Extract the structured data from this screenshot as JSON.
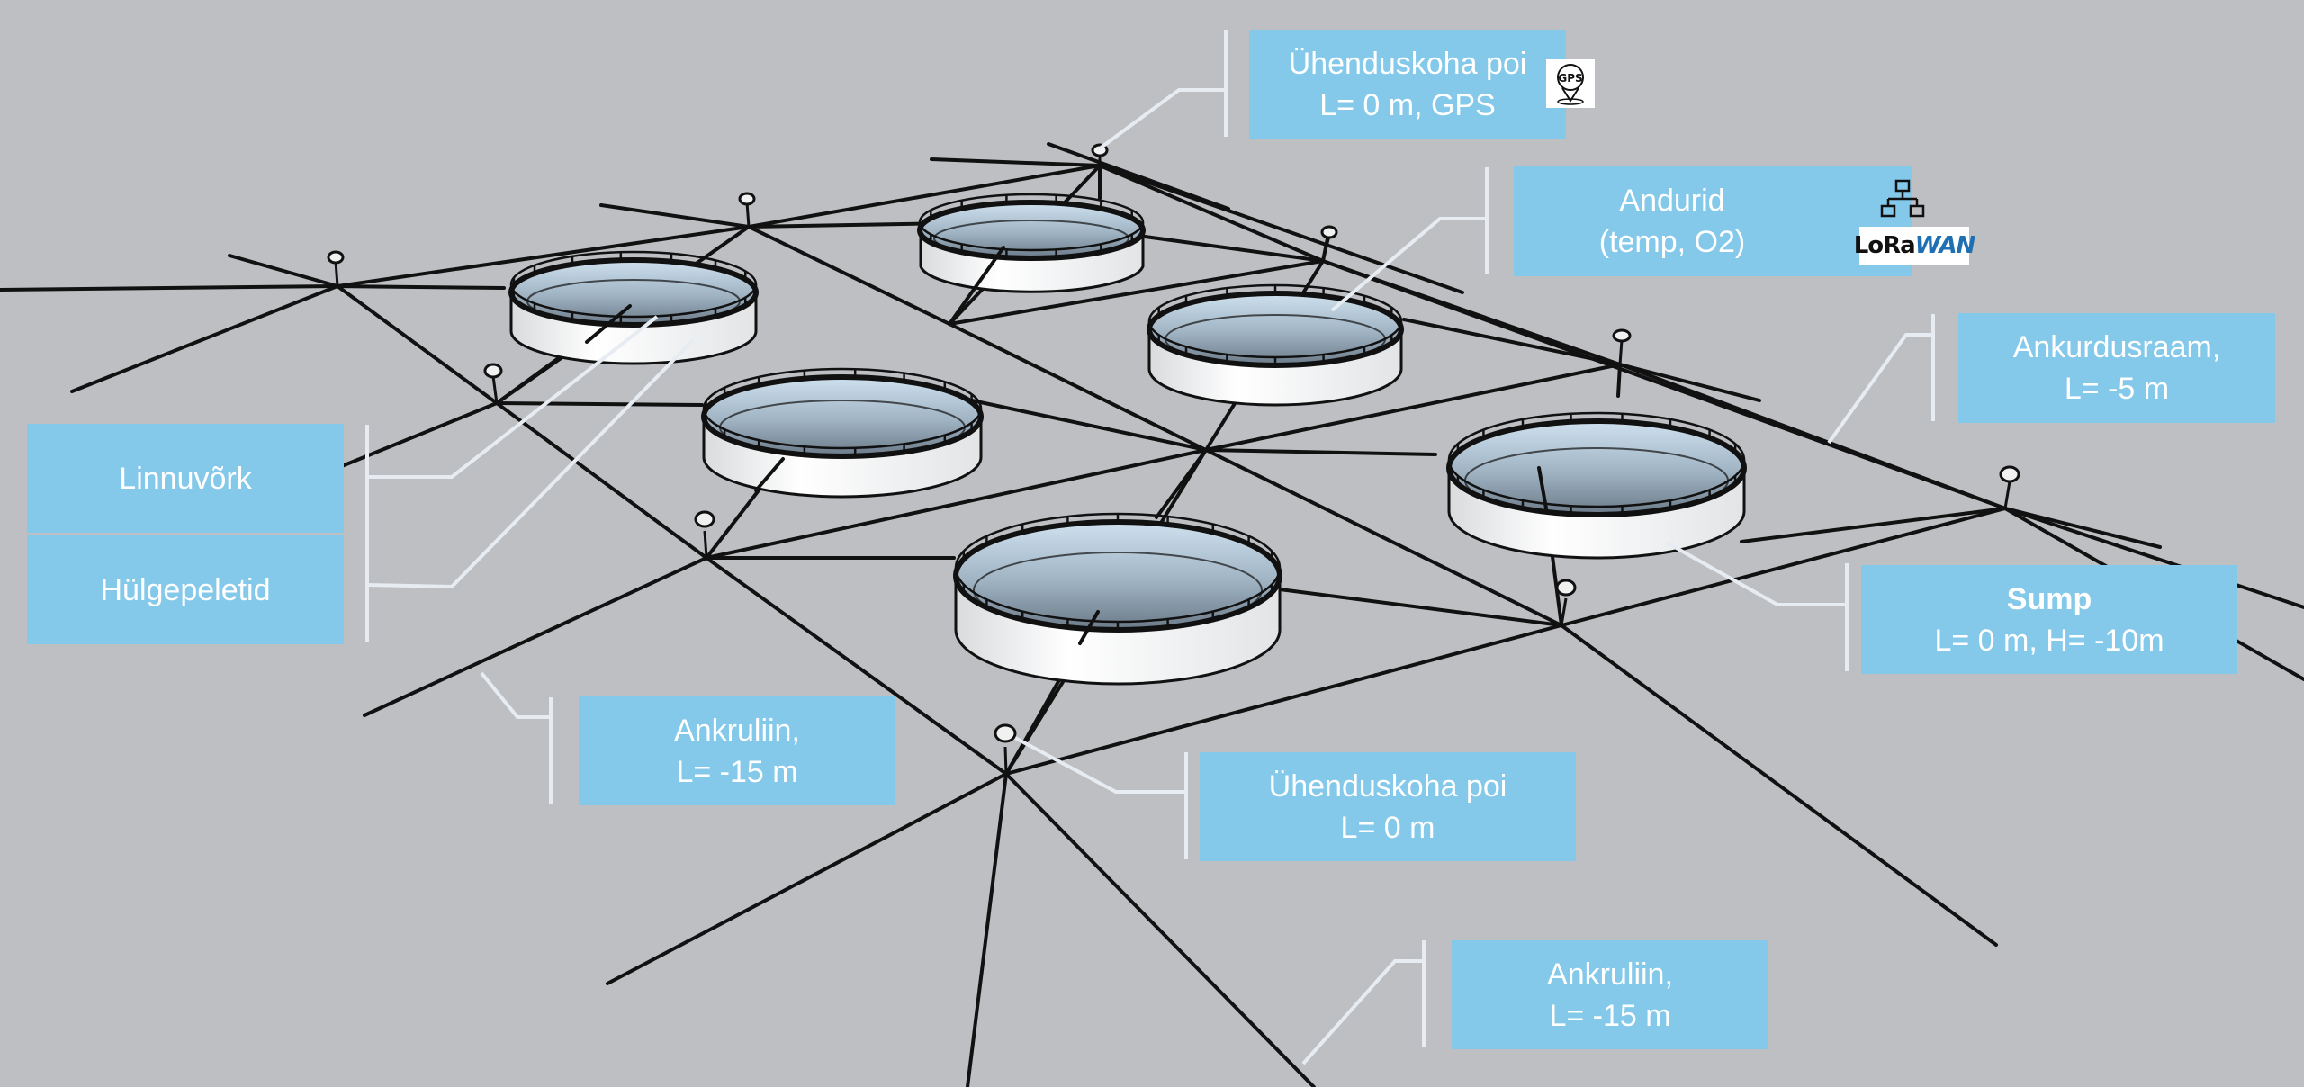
{
  "labels": {
    "poi_gps": {
      "line1": "Ühenduskoha poi",
      "line2": "L= 0 m, GPS"
    },
    "andurid": {
      "line1": "Andurid",
      "line2": "(temp, O2)"
    },
    "ankurdusraam": {
      "line1": "Ankurdusraam,",
      "line2": "L= -5 m"
    },
    "linnuvork": {
      "text": "Linnuvõrk"
    },
    "hulgepeletid": {
      "text": "Hülgepeletid"
    },
    "sump": {
      "line1": "Sump",
      "line2": "L= 0 m, H= -10m"
    },
    "ankruliin_left": {
      "line1": "Ankruliin,",
      "line2": "L= -15 m"
    },
    "poi_bottom": {
      "line1": "Ühenduskoha poi",
      "line2": "L= 0 m"
    },
    "ankruliin_bottom": {
      "line1": "Ankruliin,",
      "line2": "L= -15 m"
    }
  },
  "icons": {
    "gps": {
      "name": "gps-pin-icon",
      "text": "GPS"
    },
    "network": {
      "name": "network-icon"
    },
    "lorawan": {
      "name": "lorawan-logo",
      "text_a": "LoRa",
      "text_b": "WAN"
    }
  },
  "colors": {
    "background": "#bebfc3",
    "label_fill": "#84c9ea",
    "label_text": "#ffffff",
    "leader_line": "#e6ecf2",
    "rope": "#111111",
    "cage_wall": "#f4f5f6",
    "water_top": "#c3d9ea",
    "water_bottom": "#6f7f8d"
  }
}
